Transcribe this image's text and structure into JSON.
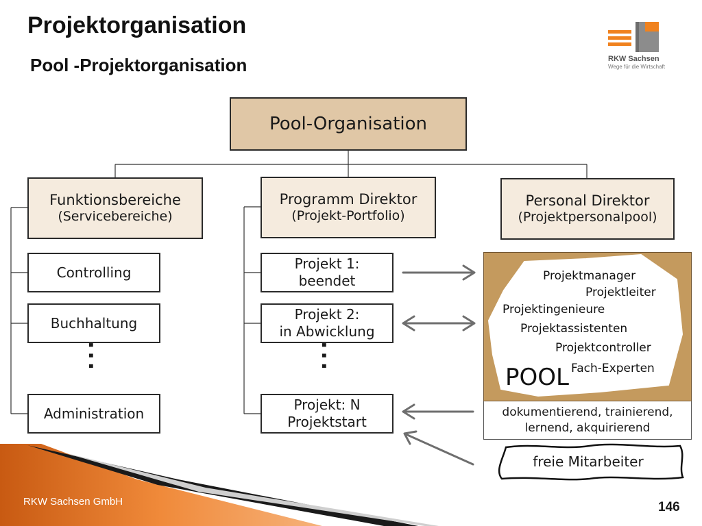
{
  "slide": {
    "title": "Projektorganisation",
    "subtitle": "Pool -Projektorganisation",
    "footer": "RKW Sachsen GmbH",
    "page_number": "146"
  },
  "logo": {
    "name": "RKW Sachsen",
    "tagline": "Wege für die Wirtschaft",
    "colors": {
      "orange": "#f0821e",
      "gray": "#8c8c8c"
    }
  },
  "diagram": {
    "root": "Pool-Organisation",
    "left_head": {
      "title": "Funktionsbereiche",
      "sub": "(Servicebereiche)"
    },
    "center_head": {
      "title": "Programm Direktor",
      "sub": "(Projekt-Portfolio)"
    },
    "right_head": {
      "title": "Personal Direktor",
      "sub": "(Projektpersonalpool)"
    },
    "left_items": [
      "Controlling",
      "Buchhaltung",
      "Administration"
    ],
    "center_items": [
      {
        "line1": "Projekt 1:",
        "line2": "beendet"
      },
      {
        "line1": "Projekt 2:",
        "line2": "in Abwicklung"
      },
      {
        "line1": "Projekt: N",
        "line2": "Projektstart"
      }
    ],
    "ellipsis": "...",
    "pool": {
      "label": "POOL",
      "roles": [
        "Projektmanager",
        "Projektleiter",
        "Projektingenieure",
        "Projektassistenten",
        "Projektcontroller",
        "Fach-Experten"
      ],
      "description_line1": "dokumentierend, trainierend,",
      "description_line2": "lernend, akquirierend"
    },
    "free_staff": "freie Mitarbeiter"
  },
  "colors": {
    "root_fill": "#e0c7a6",
    "head_fill": "#f5ebde",
    "pool_fill": "#c49a5e",
    "arrow": "#6e6e6e",
    "footer_orange": "#e8731a"
  }
}
